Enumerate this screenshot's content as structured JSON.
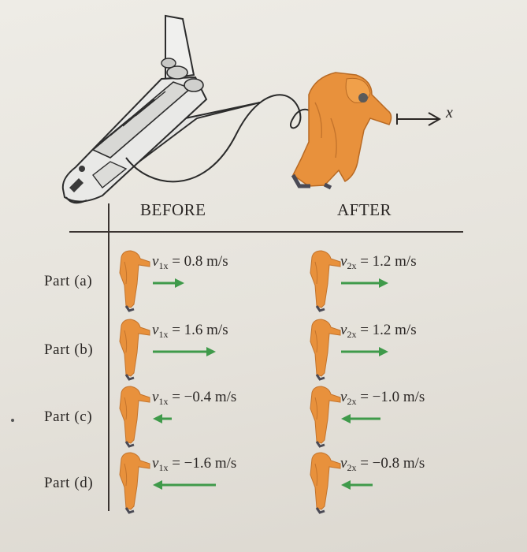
{
  "labels": {
    "axis": "x",
    "before": "BEFORE",
    "after": "AFTER"
  },
  "colors": {
    "astronaut_suit": "#e8913c",
    "arrow_green": "#3f9a4a",
    "line": "#3a3431"
  },
  "parts": [
    {
      "label": "Part (a)",
      "before": {
        "sym": "v",
        "sub": "1x",
        "value": "0.8 m/s",
        "direction": "right",
        "arrow_length": 0.8
      },
      "after": {
        "sym": "v",
        "sub": "2x",
        "value": "1.2 m/s",
        "direction": "right",
        "arrow_length": 1.2
      }
    },
    {
      "label": "Part (b)",
      "before": {
        "sym": "v",
        "sub": "1x",
        "value": "1.6 m/s",
        "direction": "right",
        "arrow_length": 1.6
      },
      "after": {
        "sym": "v",
        "sub": "2x",
        "value": "1.2 m/s",
        "direction": "right",
        "arrow_length": 1.2
      }
    },
    {
      "label": "Part (c)",
      "before": {
        "sym": "v",
        "sub": "1x",
        "value": "−0.4 m/s",
        "direction": "left",
        "arrow_length": 0.4
      },
      "after": {
        "sym": "v",
        "sub": "2x",
        "value": "−1.0 m/s",
        "direction": "left",
        "arrow_length": 1.0
      }
    },
    {
      "label": "Part (d)",
      "before": {
        "sym": "v",
        "sub": "1x",
        "value": "−1.6 m/s",
        "direction": "left",
        "arrow_length": 1.6
      },
      "after": {
        "sym": "v",
        "sub": "2x",
        "value": "−0.8 m/s",
        "direction": "left",
        "arrow_length": 0.8
      }
    }
  ]
}
